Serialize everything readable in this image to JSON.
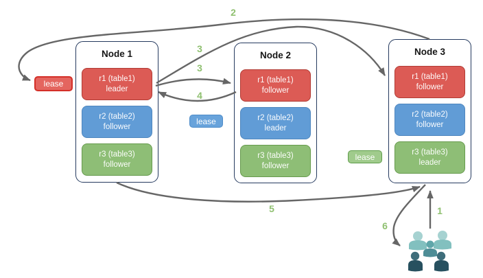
{
  "nodes": [
    {
      "title": "Node 1",
      "replicas": [
        {
          "label": "r1 (table1)",
          "role": "leader",
          "variant": "red"
        },
        {
          "label": "r2 (table2)",
          "role": "follower",
          "variant": "blue"
        },
        {
          "label": "r3 (table3)",
          "role": "follower",
          "variant": "green"
        }
      ]
    },
    {
      "title": "Node 2",
      "replicas": [
        {
          "label": "r1 (table1)",
          "role": "follower",
          "variant": "red"
        },
        {
          "label": "r2 (table2)",
          "role": "leader",
          "variant": "blue"
        },
        {
          "label": "r3 (table3)",
          "role": "follower",
          "variant": "green"
        }
      ]
    },
    {
      "title": "Node 3",
      "replicas": [
        {
          "label": "r1 (table1)",
          "role": "follower",
          "variant": "red"
        },
        {
          "label": "r2 (table2)",
          "role": "follower",
          "variant": "blue"
        },
        {
          "label": "r3 (table3)",
          "role": "leader",
          "variant": "green"
        }
      ]
    }
  ],
  "leases": [
    {
      "label": "lease",
      "variant": "red"
    },
    {
      "label": "lease",
      "variant": "blue"
    },
    {
      "label": "lease",
      "variant": "green"
    }
  ],
  "steps": [
    {
      "text": "2"
    },
    {
      "text": "3"
    },
    {
      "text": "3"
    },
    {
      "text": "4"
    },
    {
      "text": "5"
    },
    {
      "text": "1"
    },
    {
      "text": "6"
    }
  ],
  "icons": {
    "users": "users-icon"
  },
  "colors": {
    "replica_red_fill": "#DC5B55",
    "replica_red_border": "#B03A33",
    "replica_blue_fill": "#619CD6",
    "replica_blue_border": "#4E86BE",
    "replica_green_fill": "#8EBE76",
    "replica_green_border": "#669A4D",
    "lease_red_fill": "#E4655F",
    "lease_red_border": "#D42F28",
    "lease_blue_fill": "#68A3DB",
    "lease_blue_border": "#4E8CC9",
    "lease_green_fill": "#A0CB8C",
    "lease_green_border": "#5E9C49",
    "node_border": "#24395E",
    "arrow": "#666666",
    "step_label": "#8FC070",
    "users_back": "#A6D2D1",
    "users_mid": "#5FA6A9",
    "users_front": "#27505F"
  }
}
